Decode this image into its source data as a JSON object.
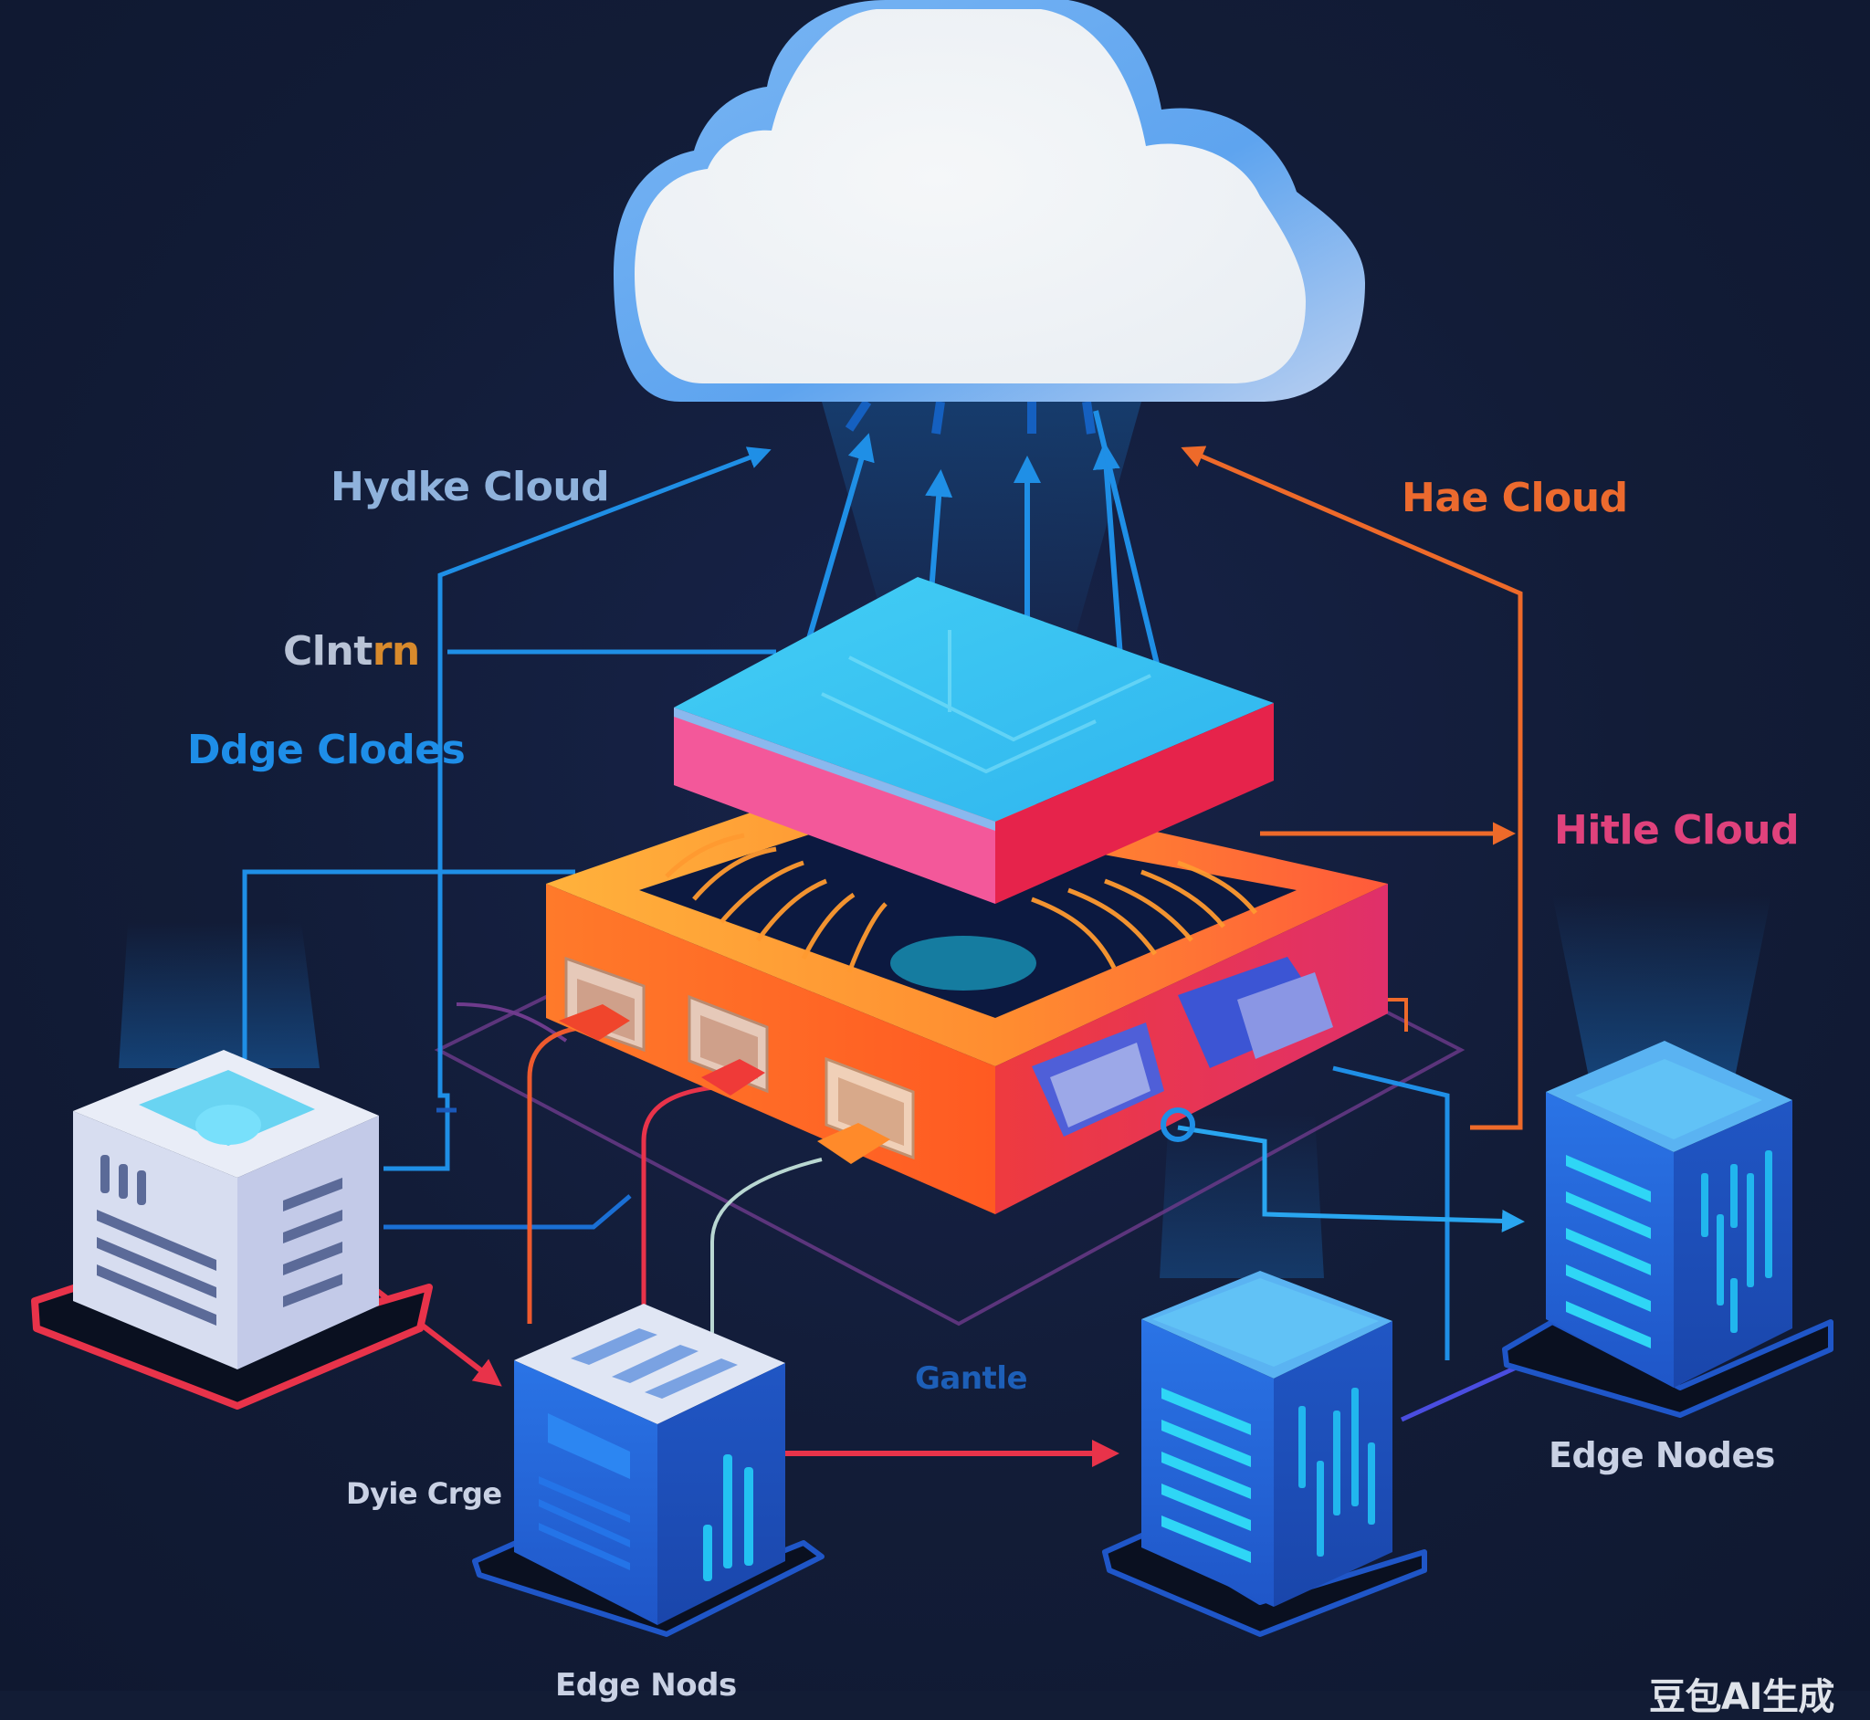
{
  "diagram": {
    "title": "Cloud / Edge network topology illustration",
    "colors": {
      "background": "#121c35",
      "cloud_fill": "#f2f5f8",
      "cloud_rim": "#6aaaf0",
      "uplink_blue": "#1f8fe6",
      "orange_link": "#ee6a2a",
      "red_link": "#e8334a",
      "purple_link": "#7a3f8f",
      "router_top": "#ffab3a",
      "router_front": "#ff6a25",
      "router_side": "#e8304f",
      "chip_top": "#3fc8f2",
      "chip_side": "#f2578f",
      "server_blue": "#2563d6",
      "server_white": "#dfe4f3",
      "led_cyan": "#29d1f4"
    },
    "nodes": [
      {
        "id": "cloud",
        "type": "cloud",
        "icon": "cloud-icon"
      },
      {
        "id": "gateway",
        "type": "router",
        "icon": "router-icon",
        "ports_front": 3,
        "ports_side": 2
      },
      {
        "id": "chip",
        "type": "processor-tile",
        "icon": "chip-icon"
      },
      {
        "id": "server-white-left",
        "type": "server",
        "icon": "server-icon"
      },
      {
        "id": "server-bottom-left",
        "type": "server",
        "icon": "server-icon"
      },
      {
        "id": "server-bottom-center",
        "type": "server",
        "icon": "server-icon"
      },
      {
        "id": "server-right",
        "type": "server",
        "icon": "server-icon"
      }
    ],
    "labels": {
      "hydke_cloud": "Hydke Cloud",
      "clntrn_head": "Clnt",
      "clntrn_tail": "rn",
      "dedge_clodes": "Ddge Clodes",
      "hae_cloud": "Hae Cloud",
      "hitle_cloud": "Hitle Cloud",
      "gantle": "Gantle",
      "edge_nodes_right": "Edge Nodes",
      "dyie_crge": "Dyie Crge",
      "edge_nodes_bottom": "Edge Nods",
      "watermark": "豆包AI生成"
    }
  }
}
